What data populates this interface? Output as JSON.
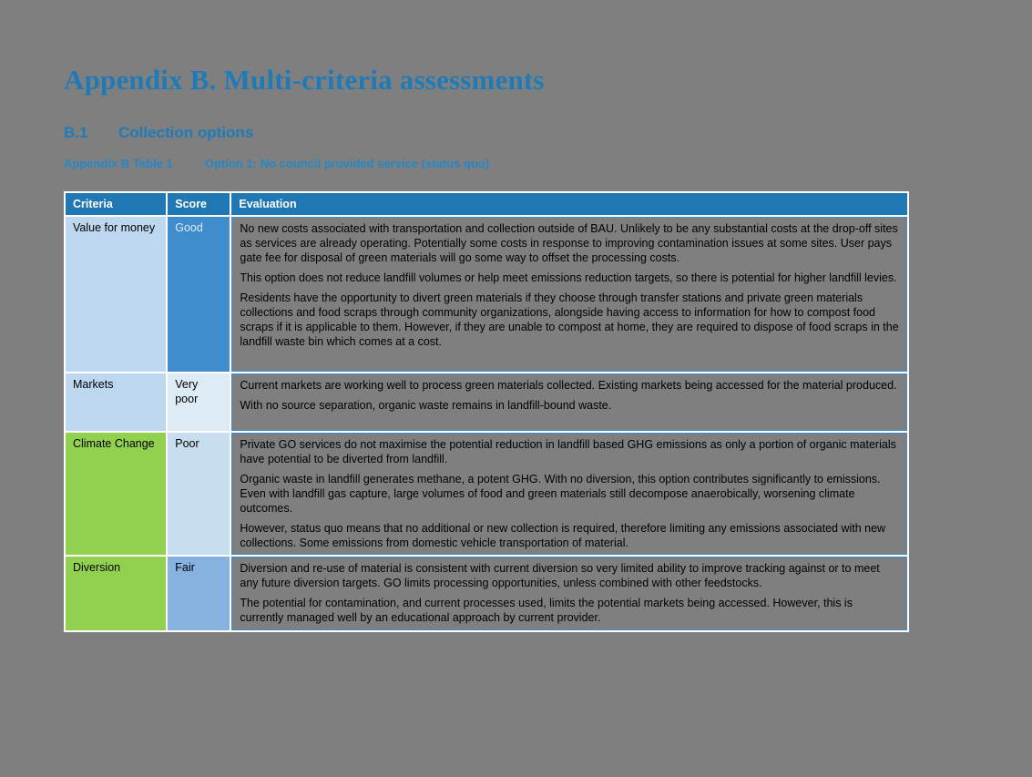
{
  "page": {
    "title": "Appendix B. Multi-criteria assessments",
    "section_number": "B.1",
    "section_title": "Collection options",
    "caption_label": "Appendix B Table 1",
    "caption_text": "Option 1: No council provided service (status quo)"
  },
  "colors": {
    "page_background": "#7F7F7F",
    "heading_blue": "#1F7BB8",
    "caption_blue": "#2488C8",
    "table_header_bg": "#1F78B4",
    "table_header_text": "#FFFFFF",
    "criteria_blue": "#BDD7EE",
    "criteria_green": "#92D050",
    "score_good_bg": "#3F8CCE",
    "score_good_text": "#DDEBF7",
    "score_very_poor_bg": "#DDEBF6",
    "score_poor_bg": "#C9DDF0",
    "score_fair_bg": "#87B1DE",
    "evaluation_border": "#3F8CCE",
    "cell_gap": "#FFFFFF"
  },
  "table": {
    "headers": [
      "Criteria",
      "Score",
      "Evaluation"
    ],
    "rows": [
      {
        "criteria": "Value for money",
        "score": "Good",
        "paragraphs": [
          "No new costs associated with transportation and collection outside of BAU. Unlikely to be any substantial costs at the drop-off sites as services are already operating. Potentially some costs in response to improving contamination issues at some sites. User pays gate fee for disposal of green materials will go some way to offset the processing costs.",
          "This option does not reduce landfill volumes or help meet emissions reduction targets, so there is potential for higher landfill levies.",
          "Residents have the opportunity to divert green materials if they choose through transfer stations and private green materials collections and food scraps through community organizations, alongside having access to information for how to compost food scraps if it is applicable to them. However, if they are unable to compost at home, they are required to dispose of food scraps in the landfill waste bin which comes at a cost."
        ]
      },
      {
        "criteria": "Markets",
        "score": "Very poor",
        "paragraphs": [
          "Current markets are working well to process green materials collected. Existing markets being accessed for the material produced.",
          "With no source separation, organic waste remains in landfill-bound waste."
        ]
      },
      {
        "criteria": "Climate Change",
        "score": "Poor",
        "paragraphs": [
          "Private GO services do not maximise the potential reduction in landfill based GHG emissions as only a portion of organic materials have potential to be diverted from landfill.",
          "Organic waste in landfill generates methane, a potent GHG. With no diversion, this option contributes significantly to emissions. Even with landfill gas capture, large volumes of food and green materials still decompose anaerobically, worsening climate outcomes.",
          "However, status quo means that no additional or new collection is required, therefore limiting any emissions associated with new collections. Some emissions from domestic vehicle transportation of material."
        ]
      },
      {
        "criteria": "Diversion",
        "score": "Fair",
        "paragraphs": [
          "Diversion and re-use of material is consistent with current diversion so very limited ability to improve tracking against or to meet any future diversion targets. GO limits processing opportunities, unless combined with other feedstocks.",
          "The potential for contamination, and current processes used, limits the potential markets being accessed. However, this is currently managed well by an educational approach by current provider."
        ]
      }
    ]
  }
}
